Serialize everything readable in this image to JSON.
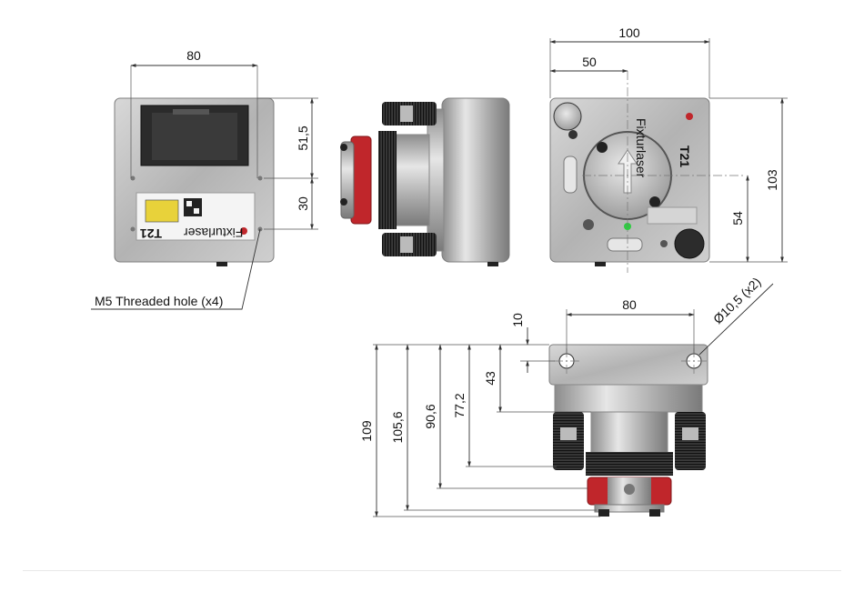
{
  "dimensions": {
    "front_width": "80",
    "front_upper_height": "51,5",
    "front_lower_height": "30",
    "back_total_width": "100",
    "back_center_width": "50",
    "back_total_height": "103",
    "back_lower_height": "54",
    "bottom_hole_spacing": "80",
    "bottom_hole_diameter": "Ø10,5 (x2)",
    "bottom_hole_offset": "10",
    "bottom_depth_43": "43",
    "bottom_depth_77": "77,2",
    "bottom_depth_90": "90,6",
    "bottom_depth_105": "105,6",
    "bottom_depth_109": "109"
  },
  "callouts": {
    "threaded_hole": "M5 Threaded hole (x4)"
  },
  "product": {
    "model": "T21",
    "brand": "Fixturlaser"
  },
  "colors": {
    "housing": "#b9b9b9",
    "housing_dark": "#8a8a8a",
    "accent_red": "#c0262b",
    "knurl": "#2a2a2a",
    "led_green": "#2ecc40"
  }
}
